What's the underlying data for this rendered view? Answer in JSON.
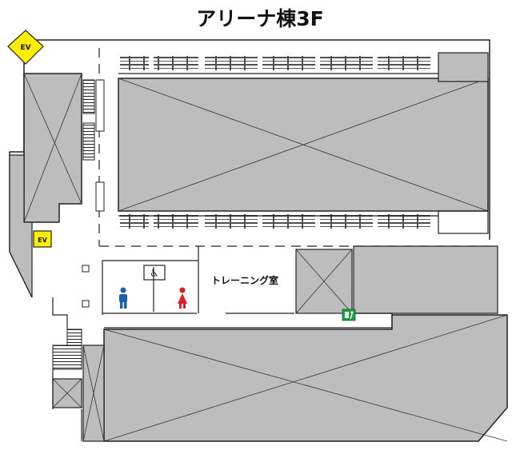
{
  "title": "アリーナ棟3F",
  "rooms": {
    "training_room": "トレーニング室"
  },
  "elevators": [
    {
      "label": "EV"
    },
    {
      "label": "EV"
    }
  ],
  "icons": {
    "accessible_toilet": "wheelchair-icon",
    "mens_toilet": "man-icon",
    "womens_toilet": "woman-icon",
    "emergency_exit": "emergency-exit-icon"
  },
  "colors": {
    "wall": "#222222",
    "void_fill": "#bdbdbd",
    "elevator_fill": "#ffee00",
    "male": "#1a5fb4",
    "female": "#e01b24",
    "exit_green": "#1b9e3e",
    "background": "#ffffff"
  }
}
